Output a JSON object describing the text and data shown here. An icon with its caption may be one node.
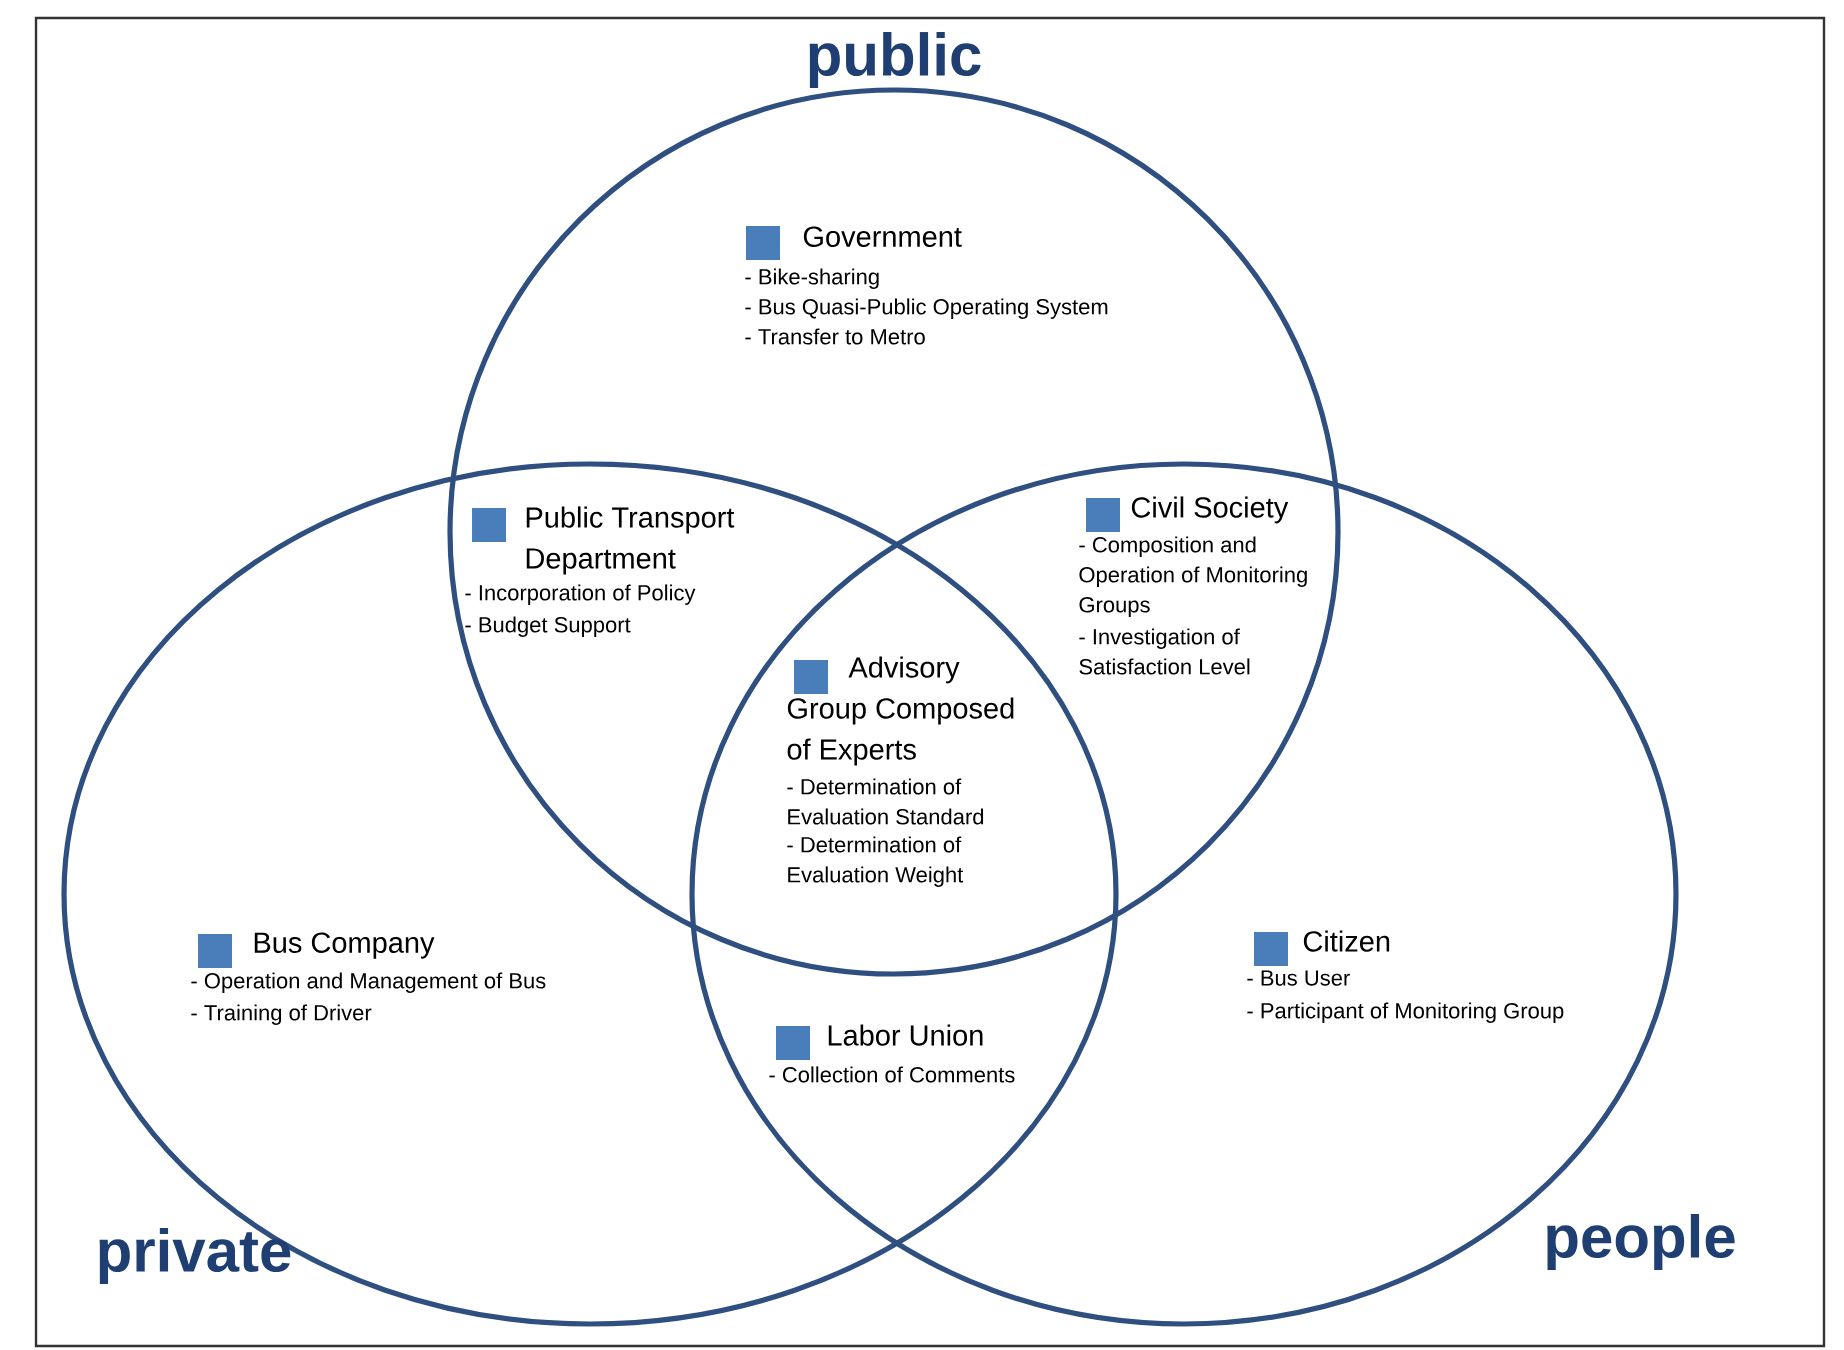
{
  "diagram": {
    "nodes": [
      {
        "text": [
          "public"
        ]
      },
      {
        "text": [
          "private"
        ]
      },
      {
        "text": [
          "people"
        ]
      }
    ],
    "labels": [
      "Government",
      "- Bike-sharing",
      "- Bus Quasi-Public Operating System",
      "- Transfer to Metro",
      "Public Transport Department",
      "- Incorporation of Policy",
      "- Budget Support",
      "Civil Society",
      "- Composition and Operation of Monitoring Groups",
      "- Investigation of Satisfaction Level",
      "Advisory Group Composed of Experts",
      "- Determination of Evaluation Standard",
      "- Determination of Evaluation Weight",
      "Bus Company",
      "- Operation and Management of Bus",
      "- Training of Driver",
      "Labor Union",
      "- Collection of Comments",
      "Citizen",
      "- Bus User",
      "- Participant of Monitoring Group"
    ]
  }
}
